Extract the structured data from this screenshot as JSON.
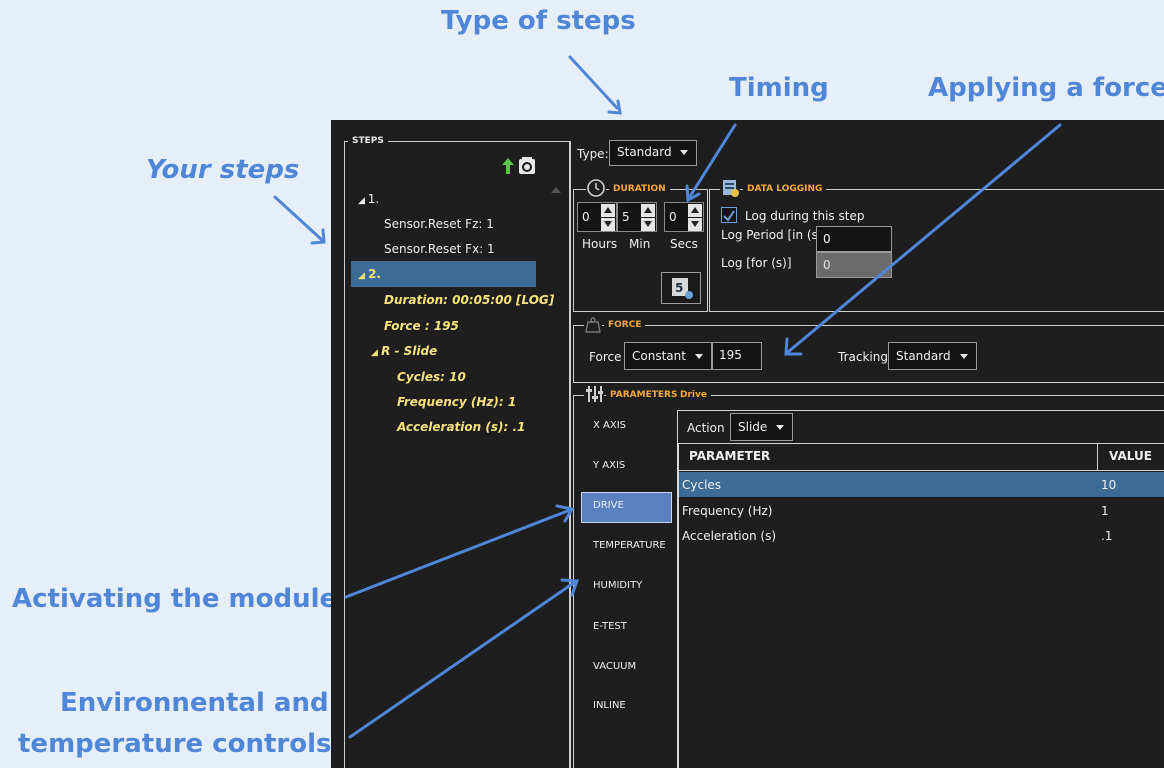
{
  "annotations": {
    "type_of_steps": "Type of steps",
    "timing": "Timing",
    "applying_force": "Applying a force",
    "your_steps": "Your steps",
    "activating_module": "Activating the module",
    "env_controls_line1": "Environnental and",
    "env_controls_line2": "temperature controls"
  },
  "steps_panel": {
    "title": "STEPS",
    "tree": [
      {
        "label": "1.",
        "expanded": true
      },
      {
        "label": "Sensor.Reset Fz: 1"
      },
      {
        "label": "Sensor.Reset Fx: 1"
      },
      {
        "label": "2.",
        "expanded": true,
        "selected": true
      },
      {
        "label": "Duration: 00:05:00 [LOG]"
      },
      {
        "label": "Force : 195"
      },
      {
        "label": "R - Slide",
        "expanded": true
      },
      {
        "label": "Cycles: 10"
      },
      {
        "label": "Frequency (Hz): 1"
      },
      {
        "label": "Acceleration (s): .1"
      }
    ]
  },
  "type": {
    "label": "Type:",
    "value": "Standard"
  },
  "duration": {
    "title": "DURATION",
    "hours": {
      "value": "0",
      "label": "Hours"
    },
    "min": {
      "value": "5",
      "label": "Min"
    },
    "secs": {
      "value": "0",
      "label": "Secs"
    }
  },
  "data_logging": {
    "title": "DATA LOGGING",
    "checkbox_label": "Log during this step",
    "checked": true,
    "log_period_label": "Log Period [in (s)]",
    "log_period_value": "0",
    "log_for_label": "Log [for (s)]",
    "log_for_value": "0"
  },
  "force": {
    "title": "FORCE",
    "label": "Force",
    "mode": "Constant",
    "value": "195",
    "tracking_label": "Tracking",
    "tracking_value": "Standard"
  },
  "parameters": {
    "title": "PARAMETERS-",
    "subtitle": "Drive",
    "tabs": [
      "X AXIS",
      "Y AXIS",
      "DRIVE",
      "TEMPERATURE",
      "HUMIDITY",
      "E-TEST",
      "VACUUM",
      "INLINE"
    ],
    "selected_tab": "DRIVE",
    "action_label": "Action",
    "action_value": "Slide",
    "columns": [
      "PARAMETER",
      "VALUE"
    ],
    "rows": [
      {
        "name": "Cycles",
        "value": "10"
      },
      {
        "name": "Frequency (Hz)",
        "value": "1"
      },
      {
        "name": "Acceleration (s)",
        "value": ".1"
      }
    ]
  },
  "colors": {
    "annotation": "#4f86d8",
    "accent": "#f2a93b",
    "selection": "#3c6c96",
    "tree_detail": "#f6e27a"
  }
}
